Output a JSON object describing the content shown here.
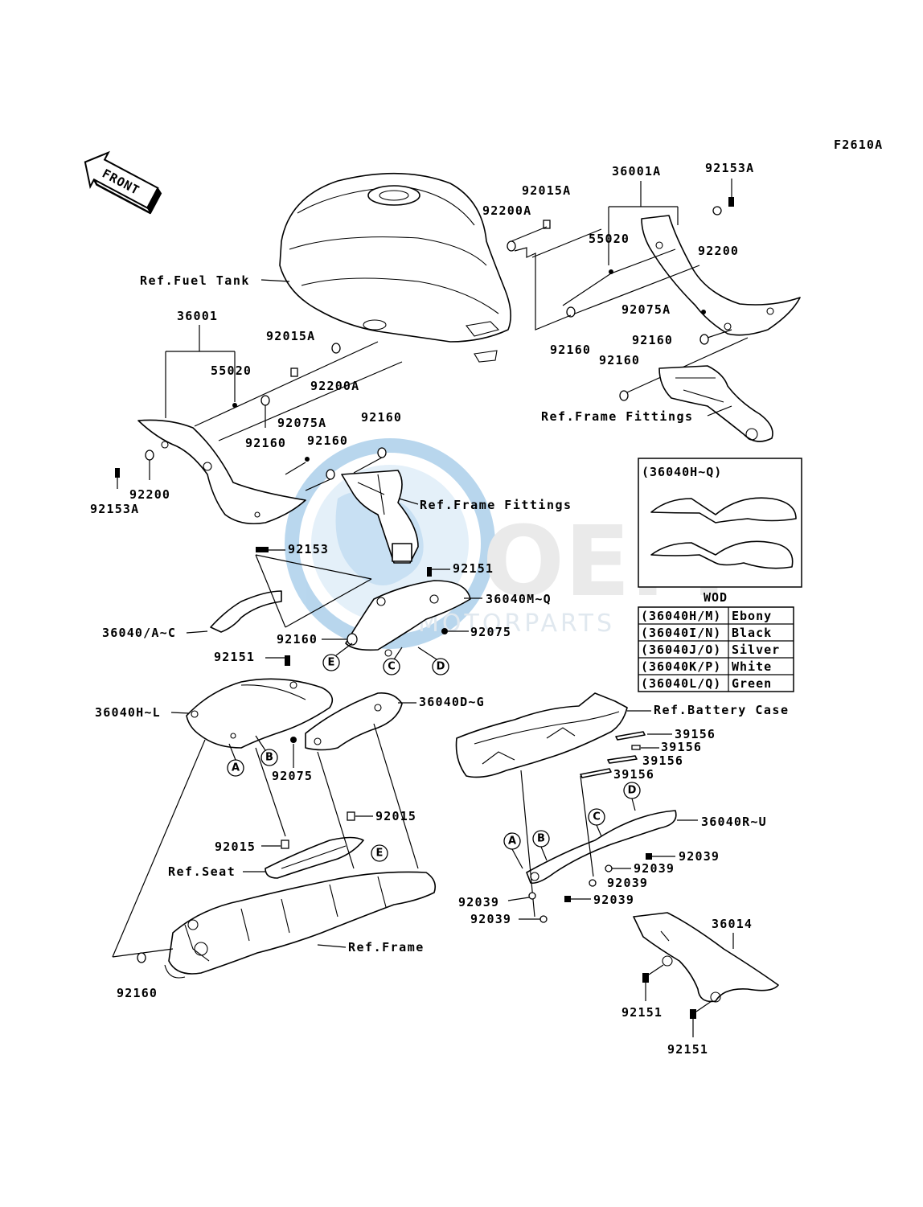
{
  "figure_code": "F2610A",
  "front_arrow": "FRONT",
  "watermark": {
    "brand": "OEM",
    "sub": "MOTORPARTS"
  },
  "refs": {
    "fuel_tank": "Ref.Fuel Tank",
    "frame_fittings_top": "Ref.Frame Fittings",
    "frame_fittings_mid": "Ref.Frame Fittings",
    "battery_case": "Ref.Battery Case",
    "seat": "Ref.Seat",
    "frame": "Ref.Frame"
  },
  "parts": {
    "p36001A": "36001A",
    "p92153A_top": "92153A",
    "p92015A_top": "92015A",
    "p92200A_top": "92200A",
    "p55020_top": "55020",
    "p92200_top": "92200",
    "p92075A_top": "92075A",
    "p92160_a": "92160",
    "p92160_b": "92160",
    "p92160_c": "92160",
    "p36001": "36001",
    "p92015A_mid": "92015A",
    "p55020_mid": "55020",
    "p92200A_mid": "92200A",
    "p92075A_mid": "92075A",
    "p92160_d": "92160",
    "p92160_e": "92160",
    "p92160_f": "92160",
    "p92200_mid": "92200",
    "p92153A_mid": "92153A",
    "p92153": "92153",
    "p92151_a": "92151",
    "p36040M_Q": "36040M~Q",
    "p36040A_C": "36040/A~C",
    "p92160_g": "92160",
    "p92075_a": "92075",
    "p92151_b": "92151",
    "p36040D_G": "36040D~G",
    "p36040H_L": "36040H~L",
    "p92075_b": "92075",
    "p39156_a": "39156",
    "p39156_b": "39156",
    "p39156_c": "39156",
    "p39156_d": "39156",
    "p36040R_U": "36040R~U",
    "p92015_a": "92015",
    "p92015_b": "92015",
    "p92039_a": "92039",
    "p92039_b": "92039",
    "p92039_c": "92039",
    "p92039_d": "92039",
    "p92039_e": "92039",
    "p92039_f": "92039",
    "p36014": "36014",
    "p92160_h": "92160",
    "p92151_c": "92151",
    "p92151_d": "92151"
  },
  "callouts": [
    "A",
    "B",
    "C",
    "D",
    "E"
  ],
  "inset": {
    "title": "(36040H~Q)"
  },
  "color_table": {
    "heading": "WOD",
    "rows": [
      {
        "code": "(36040H/M)",
        "color": "Ebony"
      },
      {
        "code": "(36040I/N)",
        "color": "Black"
      },
      {
        "code": "(36040J/O)",
        "color": "Silver"
      },
      {
        "code": "(36040K/P)",
        "color": "White"
      },
      {
        "code": "(36040L/Q)",
        "color": "Green"
      }
    ]
  }
}
